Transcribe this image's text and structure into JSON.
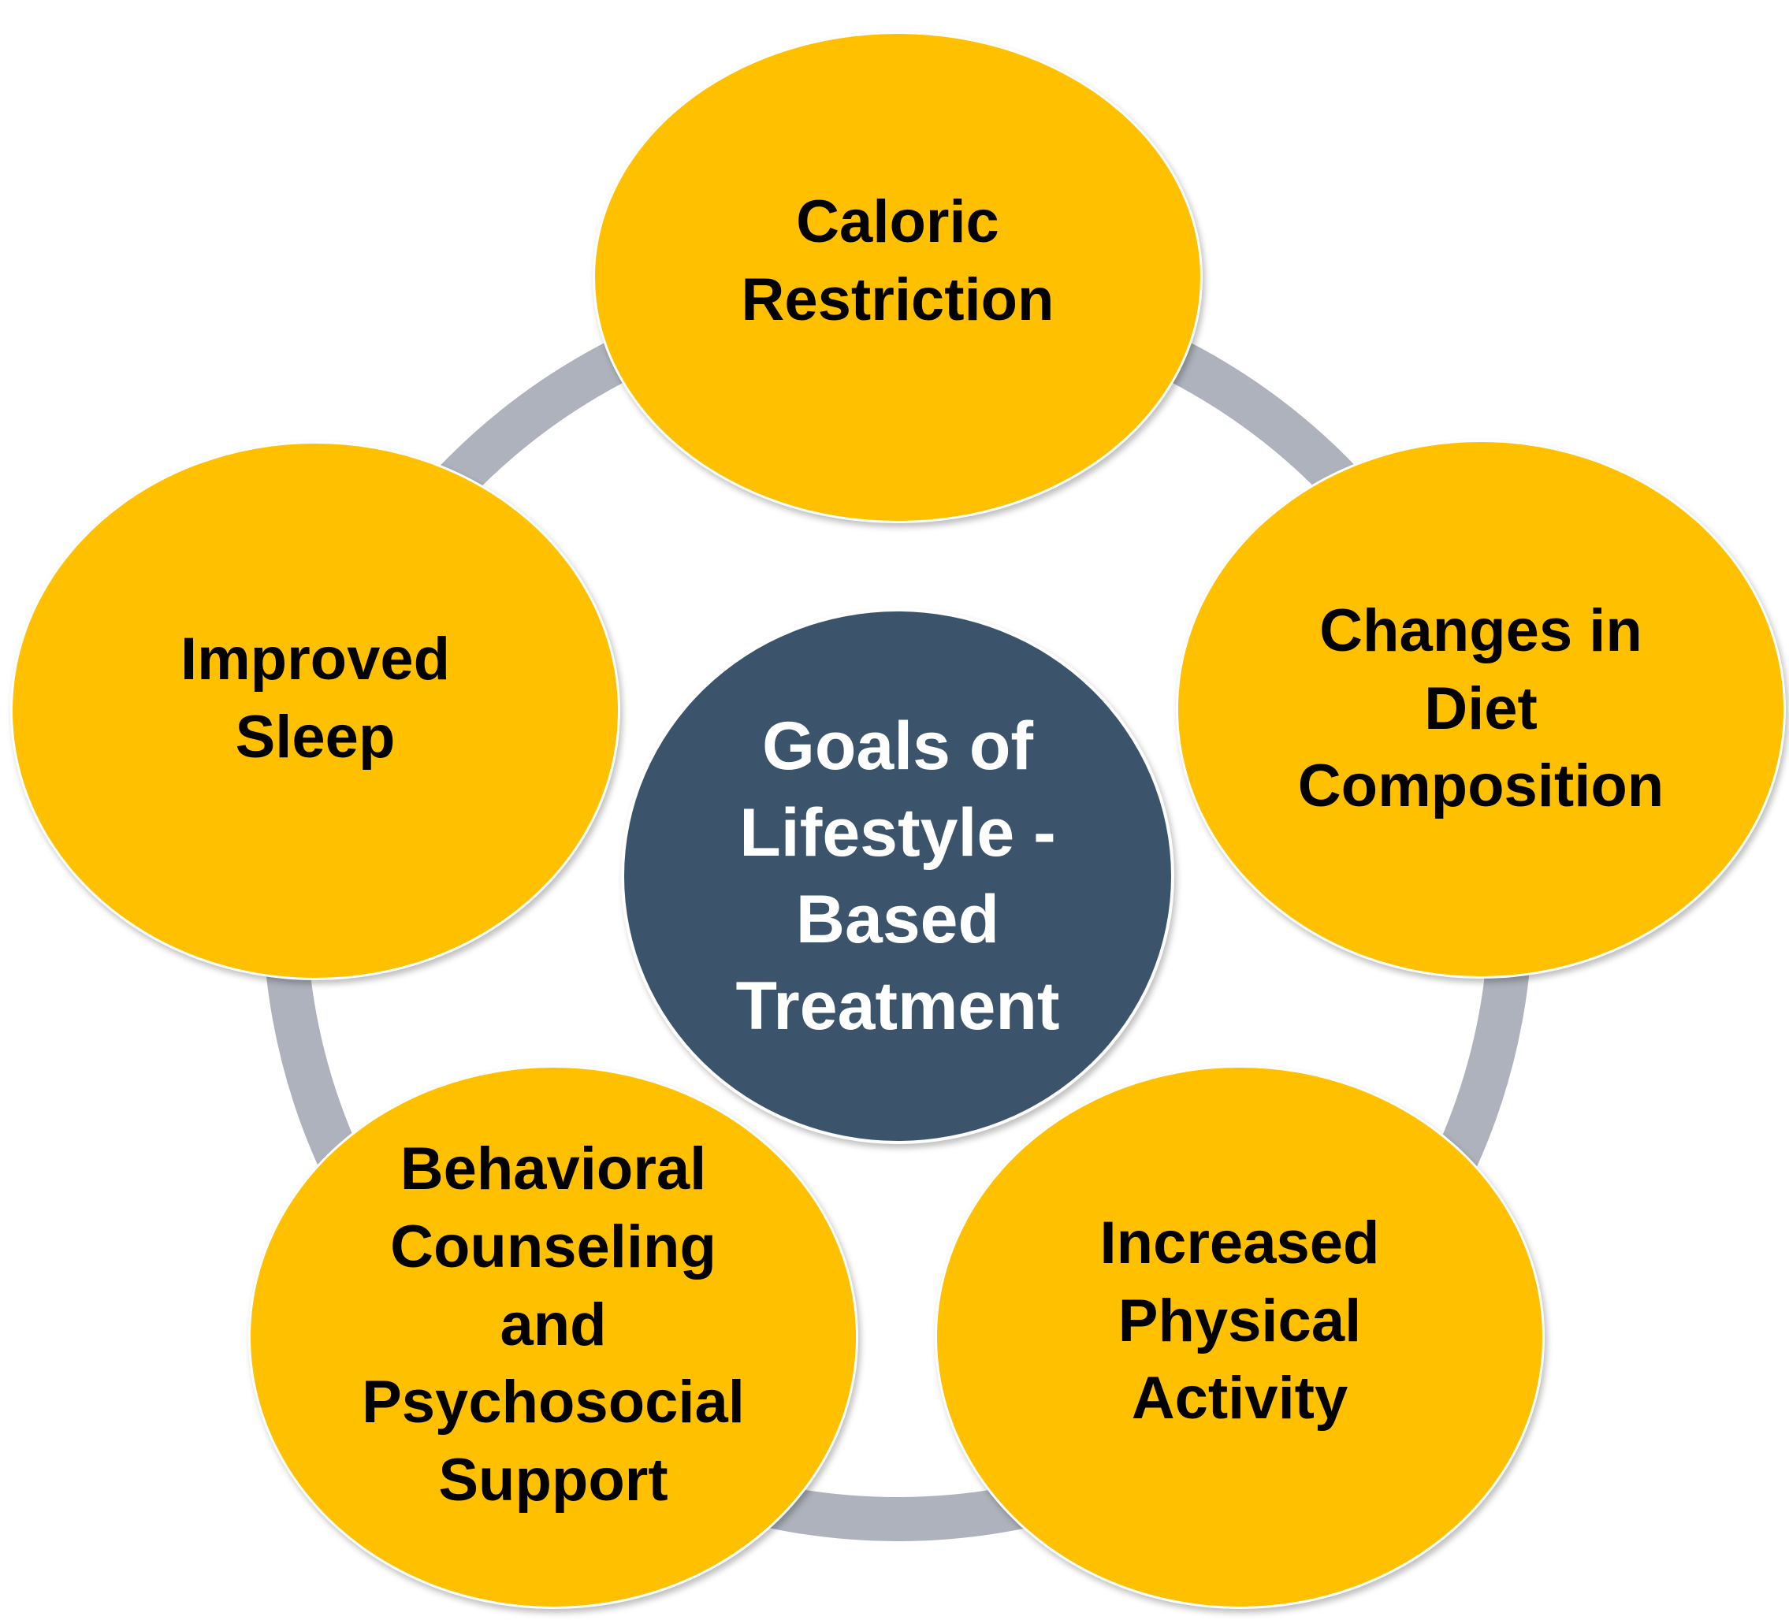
{
  "center": {
    "label": "Goals of\nLifestyle -\nBased\nTreatment"
  },
  "nodes": [
    {
      "id": "caloric",
      "label": "Caloric\nRestriction"
    },
    {
      "id": "diet",
      "label": "Changes in\nDiet\nComposition"
    },
    {
      "id": "activity",
      "label": "Increased\nPhysical\nActivity"
    },
    {
      "id": "behavioral",
      "label": "Behavioral\nCounseling\nand\nPsychosocial\nSupport"
    },
    {
      "id": "sleep",
      "label": "Improved\nSleep"
    }
  ],
  "colors": {
    "outer_fill": "#FFC000",
    "center_fill": "#3B536B",
    "ring": "#ADB2BC",
    "outer_text": "#000000",
    "center_text": "#FFFFFF"
  }
}
